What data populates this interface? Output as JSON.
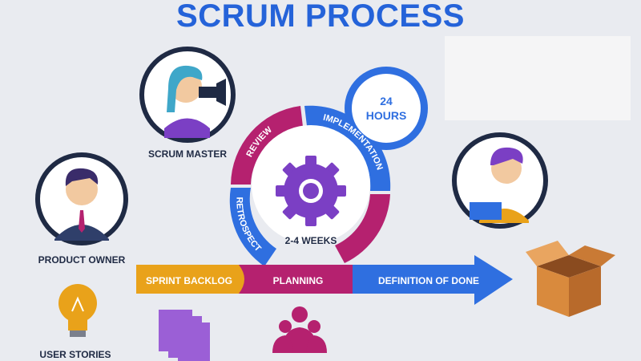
{
  "title": "SCRUM PROCESS",
  "roles": {
    "scrum_master": "SCRUM MASTER",
    "product_owner": "PRODUCT OWNER",
    "user_stories": "USER STORIES"
  },
  "cycle": {
    "daily": "24\nHOURS",
    "daily_line1": "24",
    "daily_line2": "HOURS",
    "review": "REVIEW",
    "implementation": "IMPLEMENTATION",
    "retrospect": "RETROSPECT",
    "sprint_length": "2-4 WEEKS"
  },
  "flow": {
    "sprint_backlog": "SPRINT BACKLOG",
    "planning": "PLANNING",
    "definition_of_done": "DEFINITION OF DONE"
  },
  "colors": {
    "title": "#2563d9",
    "blue": "#2f6fe0",
    "magenta": "#b5216f",
    "orange": "#e9a21a",
    "purple": "#7b3fc4"
  },
  "icons": [
    "megaphone-person-icon",
    "product-owner-avatar",
    "developer-avatar",
    "lightbulb-icon",
    "documents-icon",
    "team-icon",
    "gear-icon",
    "box-icon"
  ]
}
